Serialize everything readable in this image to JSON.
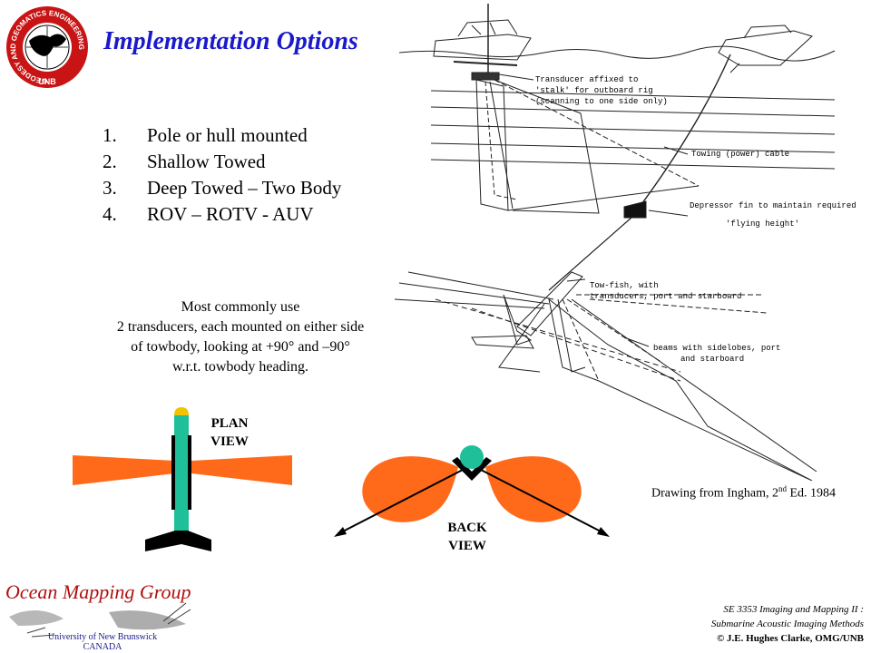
{
  "logo": {
    "ring_text": "GEODESY AND GEOMATICS ENGINEERING",
    "bottom_text": "UNB"
  },
  "title": "Implementation Options",
  "options": [
    {
      "num": "1.",
      "text": "Pole or hull mounted"
    },
    {
      "num": "2.",
      "text": "Shallow Towed"
    },
    {
      "num": "3.",
      "text": "Deep Towed – Two Body"
    },
    {
      "num": "4.",
      "text": "ROV – ROTV - AUV"
    }
  ],
  "description": [
    "Most commonly use",
    "2 transducers, each mounted on either side",
    "of towbody, looking at +90° and –90°",
    "w.r.t. towbody heading."
  ],
  "plan_view": {
    "line1": "PLAN",
    "line2": "VIEW"
  },
  "back_view": {
    "line1": "BACK",
    "line2": "VIEW"
  },
  "drawing_labels": {
    "transducer": [
      "Transducer affixed to",
      "'stalk' for outboard rig",
      "(scanning to one side only)"
    ],
    "cable": "Towing (power) cable",
    "depressor": [
      "Depressor fin to maintain required",
      "'flying height'"
    ],
    "towfish": [
      "Tow-fish, with",
      "transducers, port and starboard"
    ],
    "beams": [
      "beams with sidelobes, port",
      "and starboard"
    ]
  },
  "credit": {
    "pre": "Drawing from Ingham, 2",
    "sup": "nd",
    "post": " Ed. 1984"
  },
  "footer": {
    "group_name": "Ocean Mapping Group",
    "university": "University of New Brunswick",
    "country": "CANADA",
    "course_line1": "SE 3353 Imaging and Mapping II :",
    "course_line2": "Submarine Acoustic Imaging Methods",
    "copyright": "© J.E. Hughes Clarke, OMG/UNB"
  },
  "colors": {
    "title": "#1a1acc",
    "beam": "#ff6a1a",
    "towfish": "#1fbf99",
    "footer_brand": "#b01010"
  }
}
